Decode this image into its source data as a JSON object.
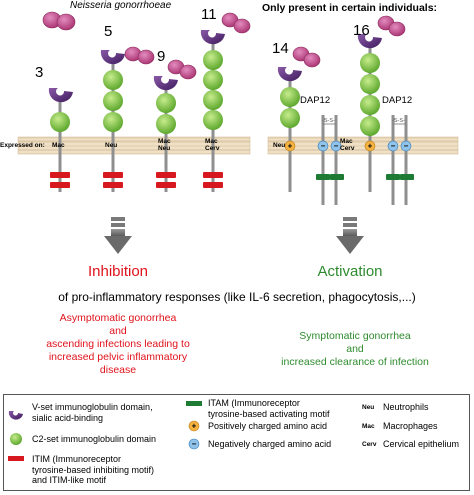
{
  "header": {
    "bacteria_label": "Neisseria gonorrhoeae",
    "right_title": "Only present in certain individuals:"
  },
  "receptors": {
    "n3": "3",
    "n5": "5",
    "n9": "9",
    "n11": "11",
    "n14": "14",
    "n16": "16",
    "dap12_left": "DAP12",
    "dap12_right": "DAP12",
    "ss": "-S-S-"
  },
  "membrane": {
    "expressed_on": "Expressed on:",
    "mac": "Mac",
    "neu": "Neu",
    "mac2": "Mac",
    "neu2": "Neu",
    "mac3": "Mac",
    "cerv3": "Cerv",
    "neu_right": "Neu",
    "mac_right": "Mac",
    "cerv_right": "Cerv"
  },
  "outcomes": {
    "inhibition": "Inhibition",
    "activation": "Activation",
    "middle": "of pro-inflammatory responses (like IL-6 secretion, phagocytosis,...)",
    "left_desc": [
      "Asymptomatic gonorrhea",
      "and",
      "ascending infections leading to",
      "increased pelvic inflammatory",
      "disease"
    ],
    "right_desc": [
      "Symptomatic gonorrhea",
      "and",
      "increased clearance of infection"
    ]
  },
  "legend": {
    "vset": [
      "V-set immunoglobulin domain,",
      "sialic acid-binding"
    ],
    "c2": "C2-set immunoglobulin domain",
    "itim": [
      "ITIM (Immunoreceptor",
      "tyrosine-based inhibiting motif)",
      "and ITIM-like motif"
    ],
    "itam": [
      "ITAM (Immunoreceptor",
      "tyrosine-based activating motif"
    ],
    "pos": "Positively charged amino acid",
    "neg": "Negatively charged amino acid",
    "neu_abbr": "Neu",
    "neu_full": "Neutrophils",
    "mac_abbr": "Mac",
    "mac_full": "Macrophages",
    "cerv_abbr": "Cerv",
    "cerv_full": "Cervical epithelium"
  },
  "colors": {
    "vset": "#5b2a7d",
    "c2": "#7cc242",
    "itim": "#d7191f",
    "itam": "#1e7b34",
    "bacteria": "#c2418c",
    "membrane": "#e9d6b8",
    "inhibition": "#e0121b",
    "activation": "#2e8b2e"
  }
}
